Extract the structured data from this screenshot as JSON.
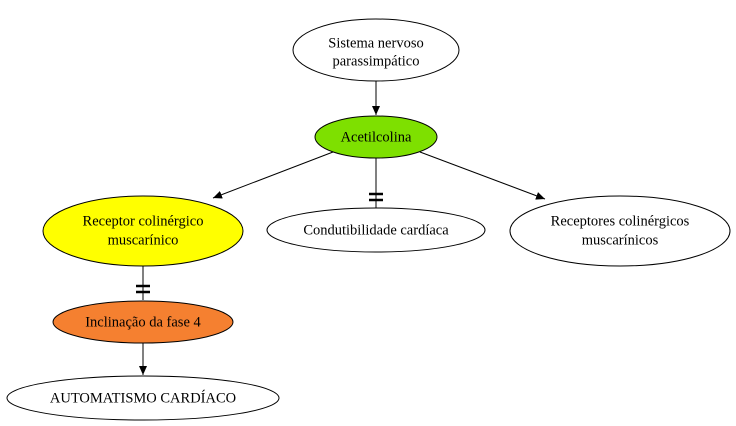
{
  "nodes": {
    "sistema": {
      "lines": [
        "Sistema nervoso",
        "parassimpático"
      ],
      "fill": "#ffffff"
    },
    "acetilcolina": {
      "lines": [
        "Acetilcolina"
      ],
      "fill": "#7ee000"
    },
    "receptor_colinergico": {
      "lines": [
        "Receptor colinérgico",
        "muscarínico"
      ],
      "fill": "#ffff00"
    },
    "condutibilidade": {
      "lines": [
        "Condutibilidade cardíaca"
      ],
      "fill": "#ffffff"
    },
    "receptores_colinergicos": {
      "lines": [
        "Receptores colinérgicos",
        "muscarínicos"
      ],
      "fill": "#ffffff"
    },
    "inclinacao": {
      "lines": [
        "Inclinação da fase 4"
      ],
      "fill": "#f58030"
    },
    "automatismo": {
      "lines": [
        "AUTOMATISMO CARDÍACO"
      ],
      "fill": "#ffffff"
    }
  },
  "edges": [
    {
      "from": "sistema",
      "to": "acetilcolina",
      "type": "arrow"
    },
    {
      "from": "acetilcolina",
      "to": "receptor_colinergico",
      "type": "arrow"
    },
    {
      "from": "acetilcolina",
      "to": "condutibilidade",
      "type": "inhibit"
    },
    {
      "from": "acetilcolina",
      "to": "receptores_colinergicos",
      "type": "arrow"
    },
    {
      "from": "receptor_colinergico",
      "to": "inclinacao",
      "type": "inhibit"
    },
    {
      "from": "inclinacao",
      "to": "automatismo",
      "type": "arrow"
    }
  ]
}
